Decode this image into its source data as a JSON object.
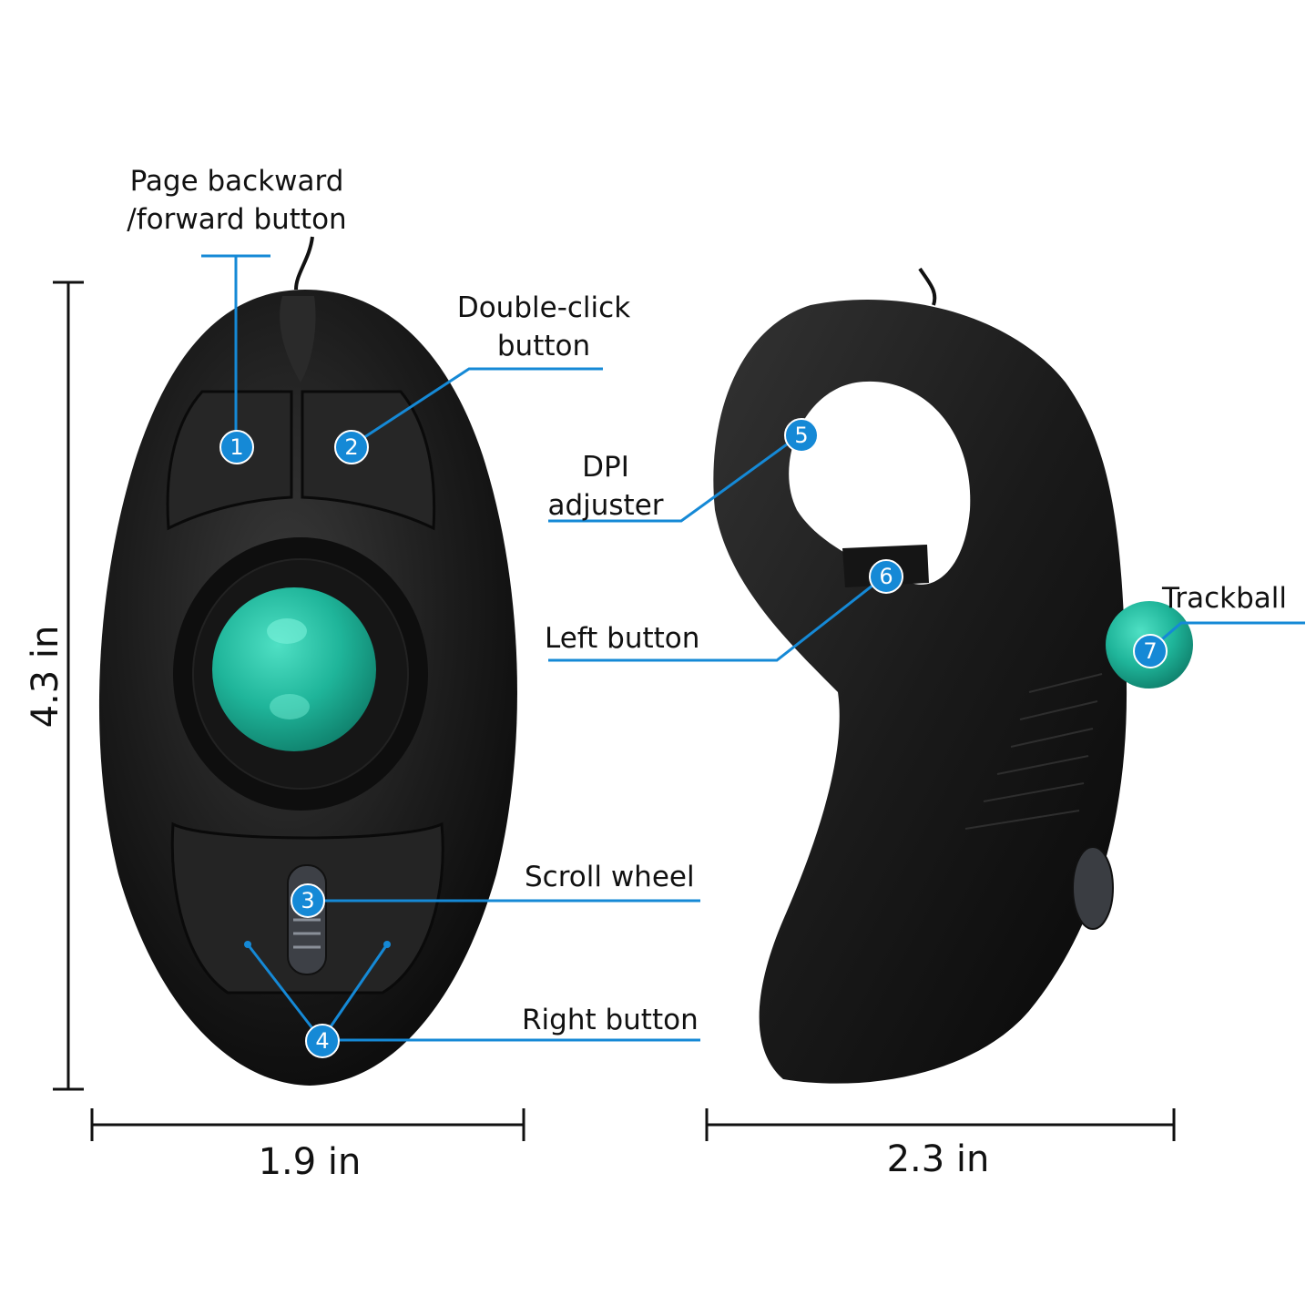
{
  "callouts": {
    "page_backward": "Page backward\n/forward button",
    "double_click": "Double-click\nbutton",
    "dpi_adjuster": "DPI\nadjuster",
    "left_button": "Left button",
    "trackball": "Trackball",
    "scroll_wheel": "Scroll wheel",
    "right_button": "Right button"
  },
  "badges": {
    "b1": "1",
    "b2": "2",
    "b3": "3",
    "b4": "4",
    "b5": "5",
    "b6": "6",
    "b7": "7"
  },
  "dimensions": {
    "height": "4.3 in",
    "front_width": "1.9 in",
    "side_width": "2.3 in"
  },
  "colors": {
    "accent": "#1589d6",
    "trackball": "#1fb59a",
    "body": "#1a1a1a"
  }
}
